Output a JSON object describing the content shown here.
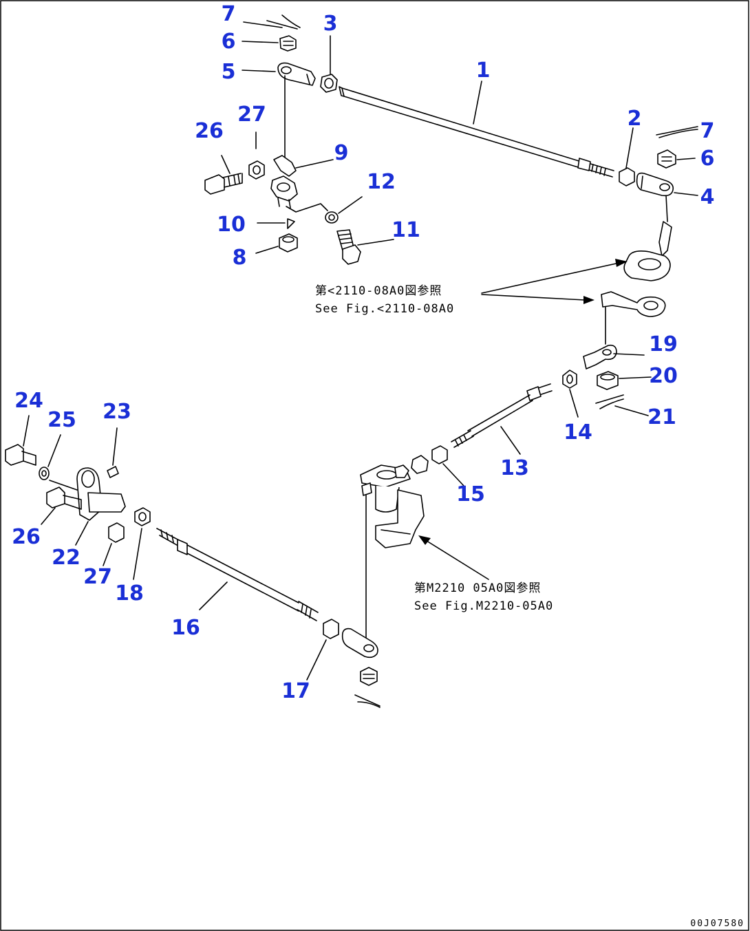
{
  "diagram": {
    "callouts": {
      "n1": "1",
      "n2": "2",
      "n3": "3",
      "n4": "4",
      "n5": "5",
      "n6a": "6",
      "n6b": "6",
      "n7a": "7",
      "n7b": "7",
      "n8": "8",
      "n9": "9",
      "n10": "10",
      "n11": "11",
      "n12": "12",
      "n13": "13",
      "n14": "14",
      "n15": "15",
      "n16": "16",
      "n17": "17",
      "n18": "18",
      "n19": "19",
      "n20": "20",
      "n21": "21",
      "n22": "22",
      "n23": "23",
      "n24": "24",
      "n25": "25",
      "n26a": "26",
      "n26b": "26",
      "n27a": "27",
      "n27b": "27"
    },
    "notes": {
      "ref1_jp": "第<2110-08A0図参照",
      "ref1_en": "See Fig.<2110-08A0",
      "ref2_jp": "第M2210 05A0図参照",
      "ref2_en": "See Fig.M2210-05A0"
    },
    "drawing_code": "00J07580"
  }
}
